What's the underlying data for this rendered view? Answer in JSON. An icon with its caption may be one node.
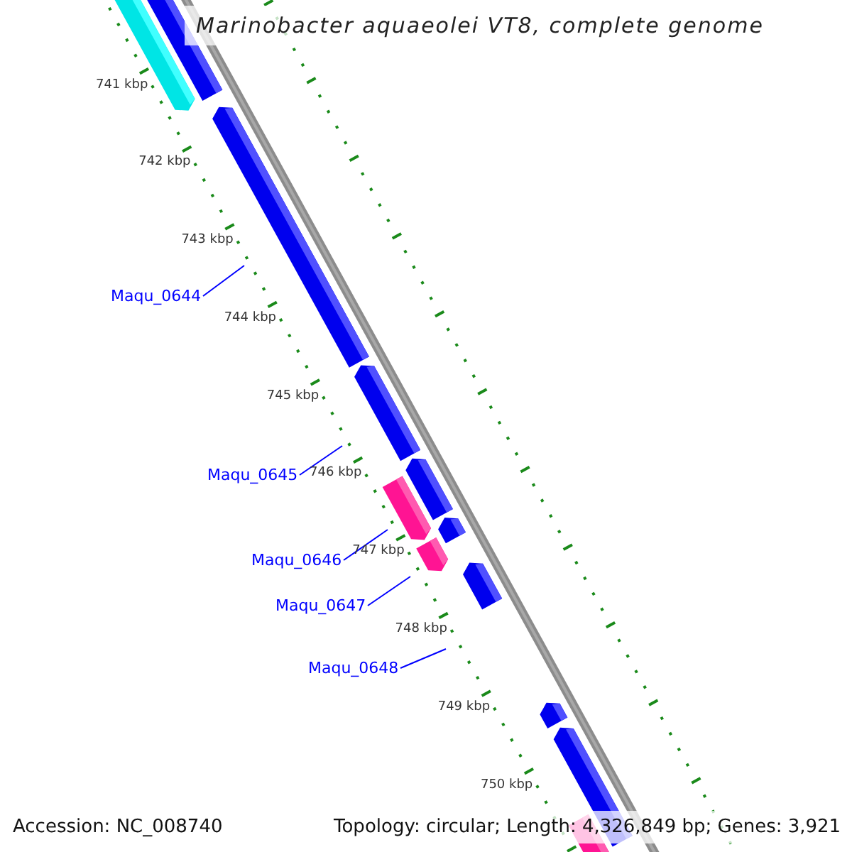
{
  "diagram": {
    "title": "Marinobacter aquaeolei VT8, complete genome",
    "nodes": [
      {
        "text": [
          "Maqu_0644"
        ]
      },
      {
        "text": [
          "Maqu_0645"
        ]
      },
      {
        "text": [
          "Maqu_0646"
        ]
      },
      {
        "text": [
          "Maqu_0647"
        ]
      },
      {
        "text": [
          "Maqu_0648"
        ]
      }
    ],
    "edges": [
      {
        "from": 0,
        "to": null,
        "arrow": "none",
        "color": "#0000ff"
      },
      {
        "from": 1,
        "to": null,
        "arrow": "none",
        "color": "#0000ff"
      },
      {
        "from": 2,
        "to": null,
        "arrow": "none",
        "color": "#0000ff"
      },
      {
        "from": 3,
        "to": null,
        "arrow": "none",
        "color": "#0000ff"
      },
      {
        "from": 4,
        "to": null,
        "arrow": "none",
        "color": "#0000ff"
      }
    ],
    "labels": [
      "741 kbp",
      "742 kbp",
      "743 kbp",
      "744 kbp",
      "745 kbp",
      "746 kbp",
      "747 kbp",
      "748 kbp",
      "749 kbp",
      "750 kbp",
      "Accession: NC_008740",
      "Topology: circular; Length: 4,326,849 bp; Genes: 3,921"
    ]
  }
}
